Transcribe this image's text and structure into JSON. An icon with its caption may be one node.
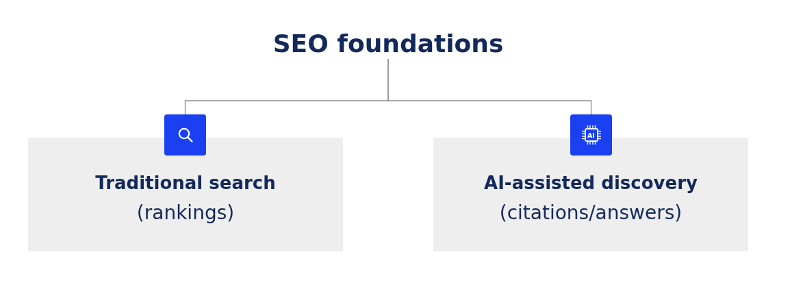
{
  "diagram": {
    "nodes": [
      {
        "text": [
          "SEO foundations"
        ]
      },
      {
        "text": [],
        "shape": "picture"
      },
      {
        "text": [
          "Traditional search",
          "(rankings)"
        ]
      },
      {
        "text": [
          "AI"
        ]
      },
      {
        "text": [
          "AI-assisted discovery",
          "(citations/answers)"
        ]
      }
    ],
    "edges": [
      {
        "from": 0,
        "to": 1,
        "arrow": "none"
      },
      {
        "from": 0,
        "to": 3,
        "arrow": "none"
      }
    ]
  }
}
